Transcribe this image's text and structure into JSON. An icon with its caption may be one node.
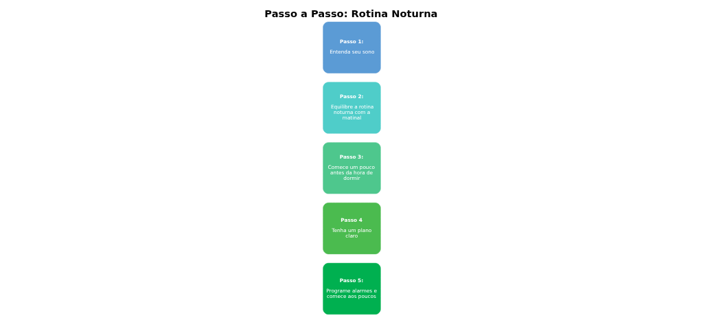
{
  "diagram": {
    "title": "Passo a Passo: Rotina Noturna",
    "nodes": [
      {
        "text": [
          "Passo 1:",
          "Entenda seu sono"
        ]
      },
      {
        "text": [
          "Passo 2:",
          "Equilibre a rotina noturna com a matinal"
        ]
      },
      {
        "text": [
          "Passo 3:",
          "Comece um pouco antes da hora de dormir"
        ]
      },
      {
        "text": [
          "Passo 4",
          "Tenha um plano claro"
        ]
      },
      {
        "text": [
          "Passo 5:",
          "Programe alarmes e comece aos poucos"
        ]
      }
    ],
    "edges": []
  }
}
